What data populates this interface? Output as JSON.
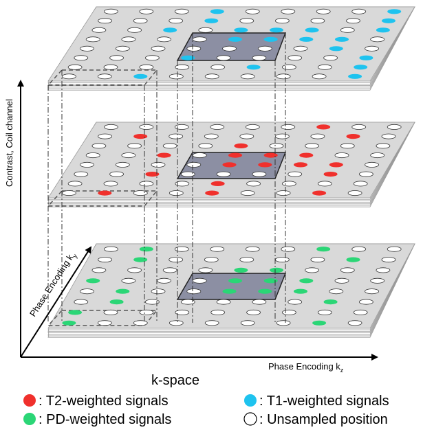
{
  "axes": {
    "vertical": "Contrast, Coil channel",
    "diagonal": "Phase Encoding k",
    "diagonal_sub": "y",
    "horizontal": "Phase Encoding k",
    "horizontal_sub": "z"
  },
  "title": "k-space",
  "colors": {
    "t1": "#1ec3ef",
    "t2": "#f0302c",
    "pd": "#2bd676",
    "unsampled_fill": "#ffffff",
    "plane": "#d9d9d9",
    "highlight": "#8c8fa3"
  },
  "legend": [
    {
      "symbol": "red-dot",
      "color_key": "t2",
      "text": ": T2-weighted signals"
    },
    {
      "symbol": "blue-dot",
      "color_key": "t1",
      "text": ": T1-weighted signals"
    },
    {
      "symbol": "green-dot",
      "color_key": "pd",
      "text": ": PD-weighted signals"
    },
    {
      "symbol": "white-dot",
      "color_key": "unsampled_fill",
      "text": ": Unsampled position"
    }
  ]
}
